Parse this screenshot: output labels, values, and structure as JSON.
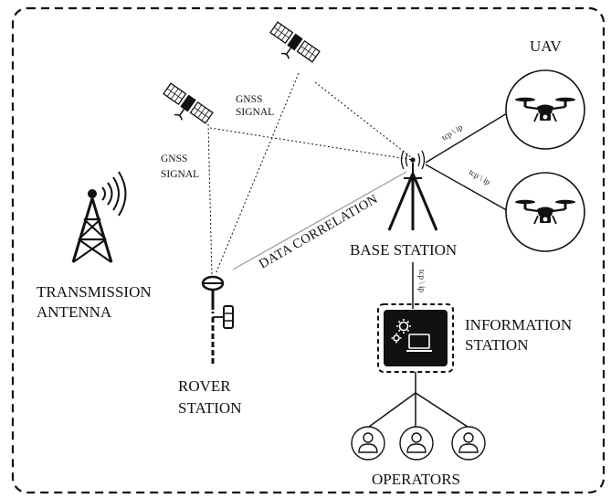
{
  "labels": {
    "uav": "UAV",
    "gnss_signal_1": [
      "GNSS",
      "SIGNAL"
    ],
    "gnss_signal_2": [
      "GNSS",
      "SIGNAL"
    ],
    "data_correlation": "DATA CORRELATION",
    "base_station": "BASE STATION",
    "transmission_antenna": [
      "TRANSMISSION",
      "ANTENNA"
    ],
    "information_station": [
      "INFORMATION",
      "STATION"
    ],
    "rover_station": [
      "ROVER",
      "STATION"
    ],
    "operators": "OPERATORS",
    "link_uav_1": "tcp \\ ip",
    "link_uav_2": "tcp \\ ip",
    "link_info": "tcp \\ ip"
  },
  "icons": {
    "satellite": "satellite-icon",
    "drone": "drone-icon",
    "antenna_tower": "antenna-tower-icon",
    "base_station": "base-station-tripod-icon",
    "rover": "rover-station-icon",
    "computer": "computer-gear-icon",
    "operator": "user-icon"
  },
  "colors": {
    "stroke": "#111111",
    "frame_dash": "#111111",
    "computer_fill": "#111111"
  }
}
